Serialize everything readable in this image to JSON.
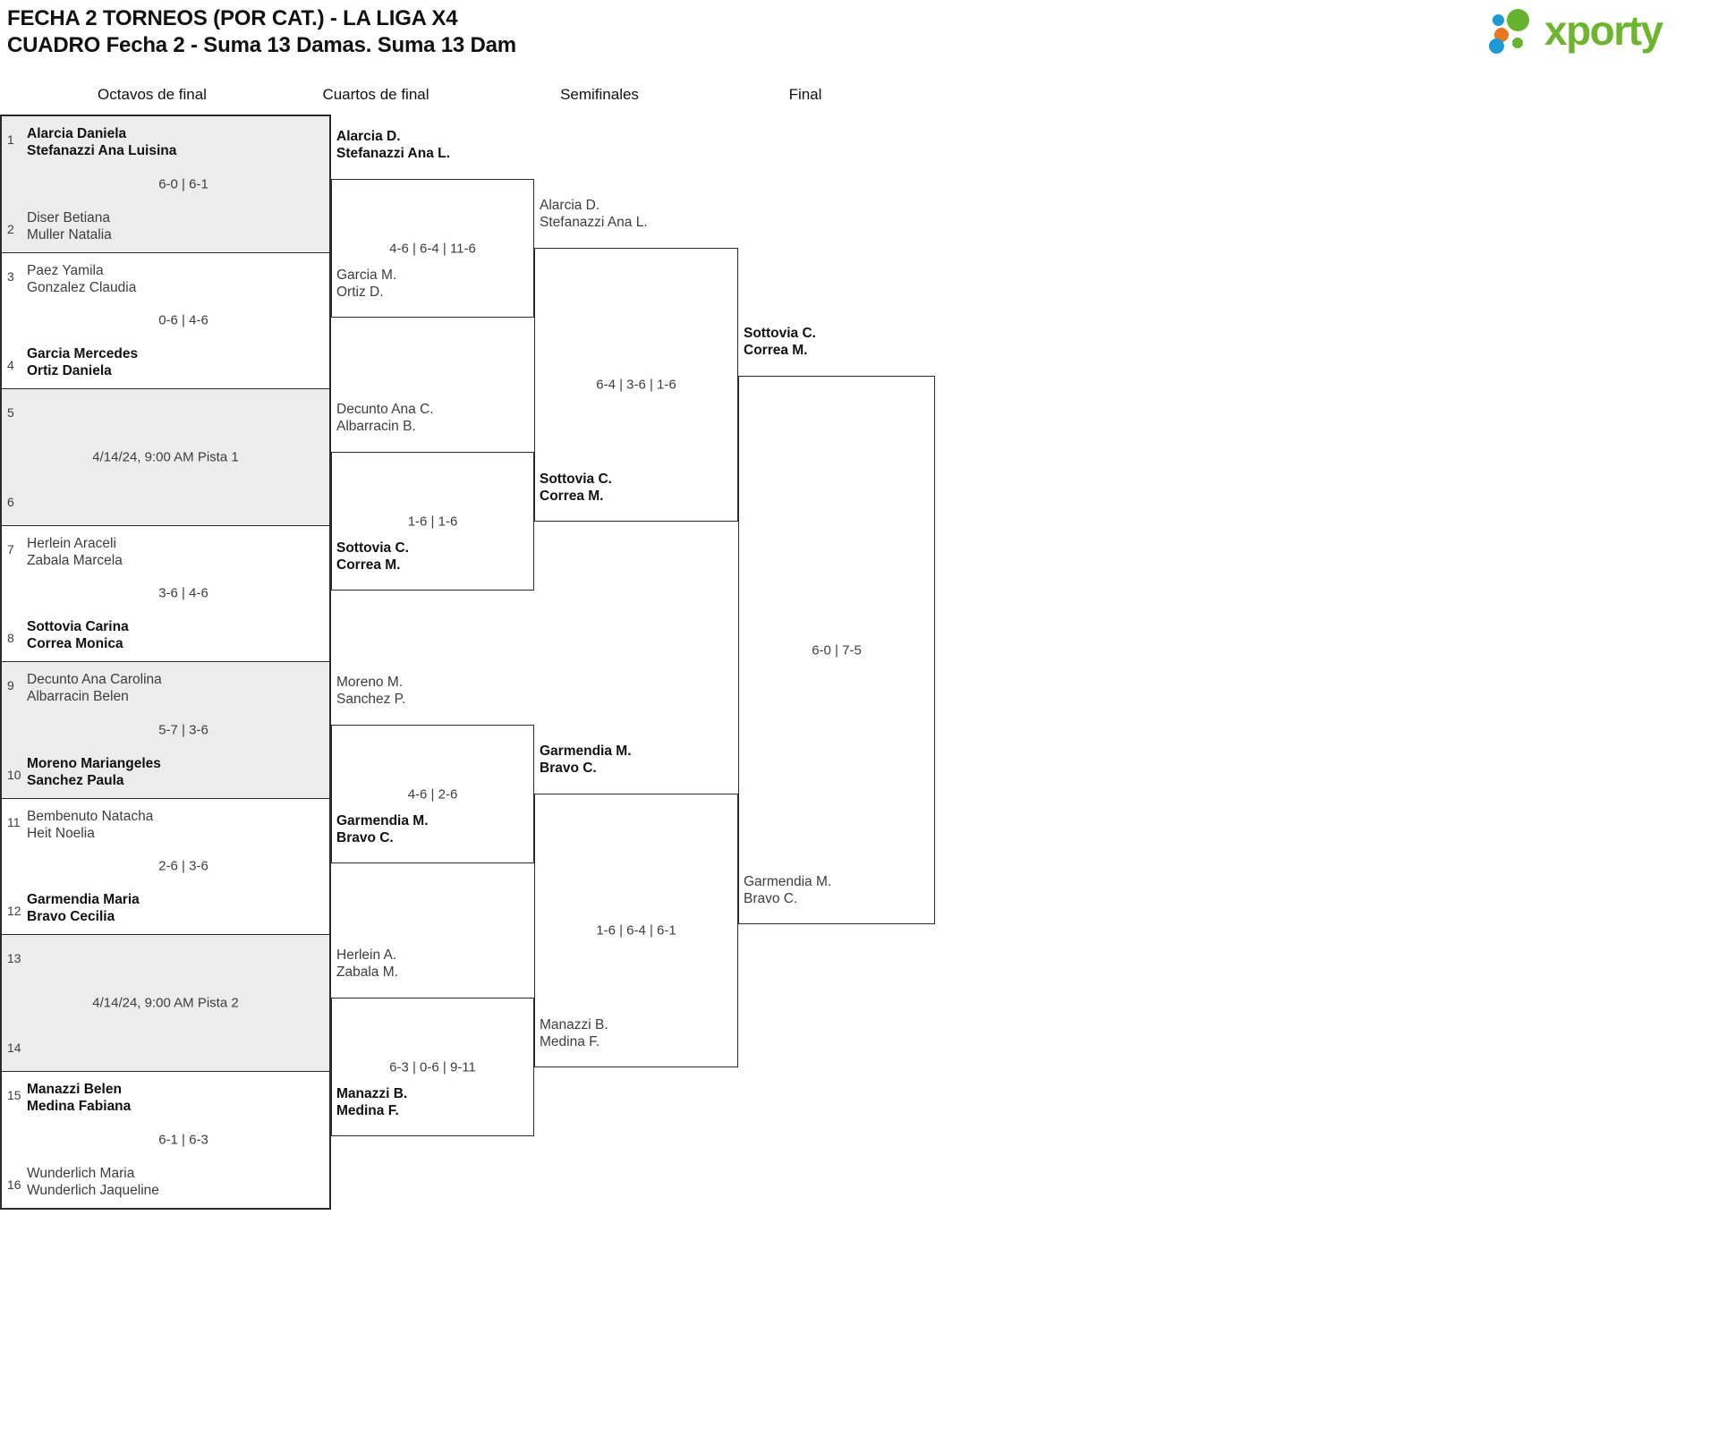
{
  "header": {
    "title_line1": "FECHA 2 TORNEOS (POR CAT.) - LA LIGA X4",
    "title_line2": "CUADRO Fecha 2 - Suma 13 Damas. Suma 13 Dam",
    "logo_text": "xporty"
  },
  "rounds": [
    {
      "label": "Octavos de final"
    },
    {
      "label": "Cuartos de final"
    },
    {
      "label": "Semifinales"
    },
    {
      "label": "Final"
    }
  ],
  "round1": [
    {
      "shaded": true,
      "top_seed": "1",
      "top_p1": "Alarcia Daniela",
      "top_p2": "Stefanazzi Ana Luisina",
      "top_win": true,
      "bot_seed": "2",
      "bot_p1": "Diser Betiana",
      "bot_p2": "Muller Natalia",
      "bot_win": false,
      "score": "6-0 | 6-1"
    },
    {
      "shaded": false,
      "top_seed": "3",
      "top_p1": "Paez Yamila",
      "top_p2": "Gonzalez Claudia",
      "top_win": false,
      "bot_seed": "4",
      "bot_p1": "Garcia Mercedes",
      "bot_p2": "Ortiz Daniela",
      "bot_win": true,
      "score": "0-6 | 4-6"
    },
    {
      "shaded": true,
      "top_seed": "5",
      "top_p1": "",
      "top_p2": "",
      "top_win": false,
      "bot_seed": "6",
      "bot_p1": "",
      "bot_p2": "",
      "bot_win": false,
      "score": "",
      "scheduled": "4/14/24, 9:00 AM Pista 1"
    },
    {
      "shaded": false,
      "top_seed": "7",
      "top_p1": "Herlein Araceli",
      "top_p2": "Zabala Marcela",
      "top_win": false,
      "bot_seed": "8",
      "bot_p1": "Sottovia Carina",
      "bot_p2": "Correa Monica",
      "bot_win": true,
      "score": "3-6 | 4-6"
    },
    {
      "shaded": true,
      "top_seed": "9",
      "top_p1": "Decunto Ana Carolina",
      "top_p2": "Albarracin Belen",
      "top_win": false,
      "bot_seed": "10",
      "bot_p1": "Moreno Mariangeles",
      "bot_p2": "Sanchez Paula",
      "bot_win": true,
      "score": "5-7 | 3-6"
    },
    {
      "shaded": false,
      "top_seed": "11",
      "top_p1": "Bembenuto Natacha",
      "top_p2": "Heit Noelia",
      "top_win": false,
      "bot_seed": "12",
      "bot_p1": "Garmendia Maria",
      "bot_p2": "Bravo Cecilia",
      "bot_win": true,
      "score": "2-6 | 3-6"
    },
    {
      "shaded": true,
      "top_seed": "13",
      "top_p1": "",
      "top_p2": "",
      "top_win": false,
      "bot_seed": "14",
      "bot_p1": "",
      "bot_p2": "",
      "bot_win": false,
      "score": "",
      "scheduled": "4/14/24, 9:00 AM Pista 2"
    },
    {
      "shaded": false,
      "top_seed": "15",
      "top_p1": "Manazzi Belen",
      "top_p2": "Medina Fabiana",
      "top_win": true,
      "bot_seed": "16",
      "bot_p1": "Wunderlich Maria",
      "bot_p2": "Wunderlich Jaqueline",
      "bot_win": false,
      "score": "6-1 | 6-3"
    }
  ],
  "round2": [
    {
      "top_p1": "Alarcia D.",
      "top_p2": "Stefanazzi Ana L.",
      "top_win": true,
      "bot_p1": "Garcia M.",
      "bot_p2": "Ortiz D.",
      "bot_win": false,
      "score": "4-6 | 6-4 | 11-6"
    },
    {
      "top_p1": "Decunto Ana C.",
      "top_p2": "Albarracin B.",
      "top_win": false,
      "bot_p1": "Sottovia C.",
      "bot_p2": "Correa M.",
      "bot_win": true,
      "score": "1-6 | 1-6"
    },
    {
      "top_p1": "Moreno M.",
      "top_p2": "Sanchez P.",
      "top_win": false,
      "bot_p1": "Garmendia M.",
      "bot_p2": "Bravo C.",
      "bot_win": true,
      "score": "4-6 | 2-6"
    },
    {
      "top_p1": "Herlein A.",
      "top_p2": "Zabala M.",
      "top_win": false,
      "bot_p1": "Manazzi B.",
      "bot_p2": "Medina F.",
      "bot_win": true,
      "score": "6-3 | 0-6 | 9-11"
    }
  ],
  "round3": [
    {
      "top_p1": "Alarcia D.",
      "top_p2": "Stefanazzi Ana L.",
      "top_win": false,
      "bot_p1": "Sottovia C.",
      "bot_p2": "Correa M.",
      "bot_win": true,
      "score": "6-4 | 3-6 | 1-6"
    },
    {
      "top_p1": "Garmendia M.",
      "top_p2": "Bravo C.",
      "top_win": true,
      "bot_p1": "Manazzi B.",
      "bot_p2": "Medina F.",
      "bot_win": false,
      "score": "1-6 | 6-4 | 6-1"
    }
  ],
  "round4": [
    {
      "top_p1": "Sottovia C.",
      "top_p2": "Correa M.",
      "top_win": true,
      "bot_p1": "Garmendia M.",
      "bot_p2": "Bravo C.",
      "bot_win": false,
      "score": "6-0 | 7-5"
    }
  ]
}
